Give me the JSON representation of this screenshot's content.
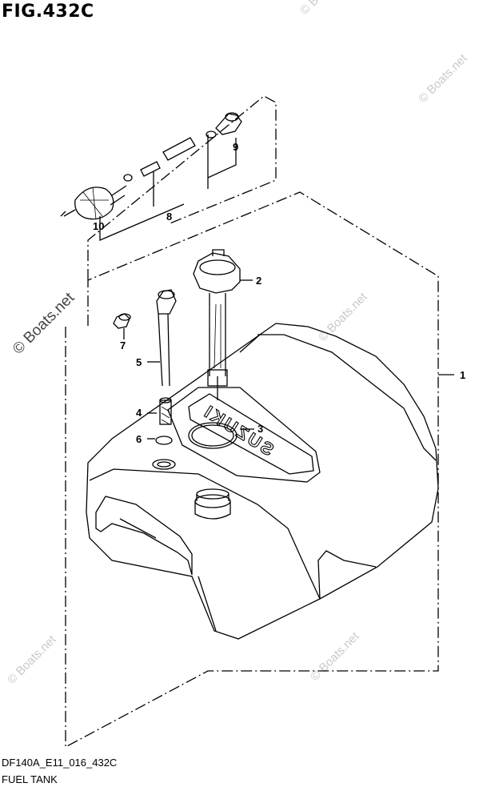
{
  "figure": {
    "title": "FIG.432C"
  },
  "watermarks": {
    "main": "© Boats.net",
    "faint": [
      "© Boats.net",
      "© Boats.net",
      "© Boats.net",
      "© Boats.net",
      "© Boats.net"
    ]
  },
  "callouts": [
    "1",
    "2",
    "3",
    "4",
    "5",
    "6",
    "7",
    "8",
    "9",
    "10"
  ],
  "tank": {
    "brand_text": "SUZUKI"
  },
  "footer": {
    "code": "DF140A_E11_016_432C",
    "caption": "FUEL TANK"
  }
}
